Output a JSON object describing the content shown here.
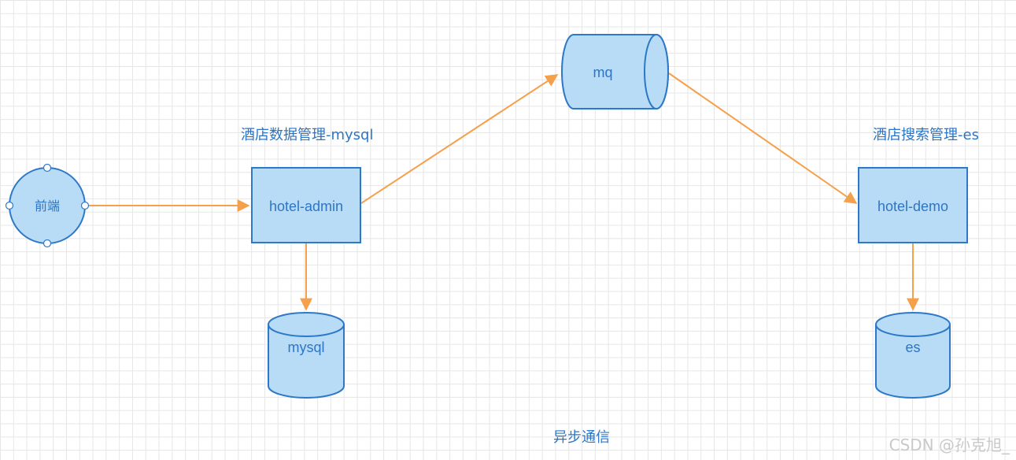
{
  "nodes": {
    "frontend": "前端",
    "hotel_admin": "hotel-admin",
    "hotel_demo": "hotel-demo",
    "mq": "mq",
    "mysql": "mysql",
    "es": "es"
  },
  "labels": {
    "admin_group": "酒店数据管理-mysql",
    "search_group": "酒店搜索管理-es",
    "async": "异步通信"
  },
  "watermark": "CSDN @孙克旭_",
  "colors": {
    "fill": "#b8dcf5",
    "stroke": "#2e78c8",
    "arrow": "#f5a04a",
    "text": "#2e75c4"
  }
}
